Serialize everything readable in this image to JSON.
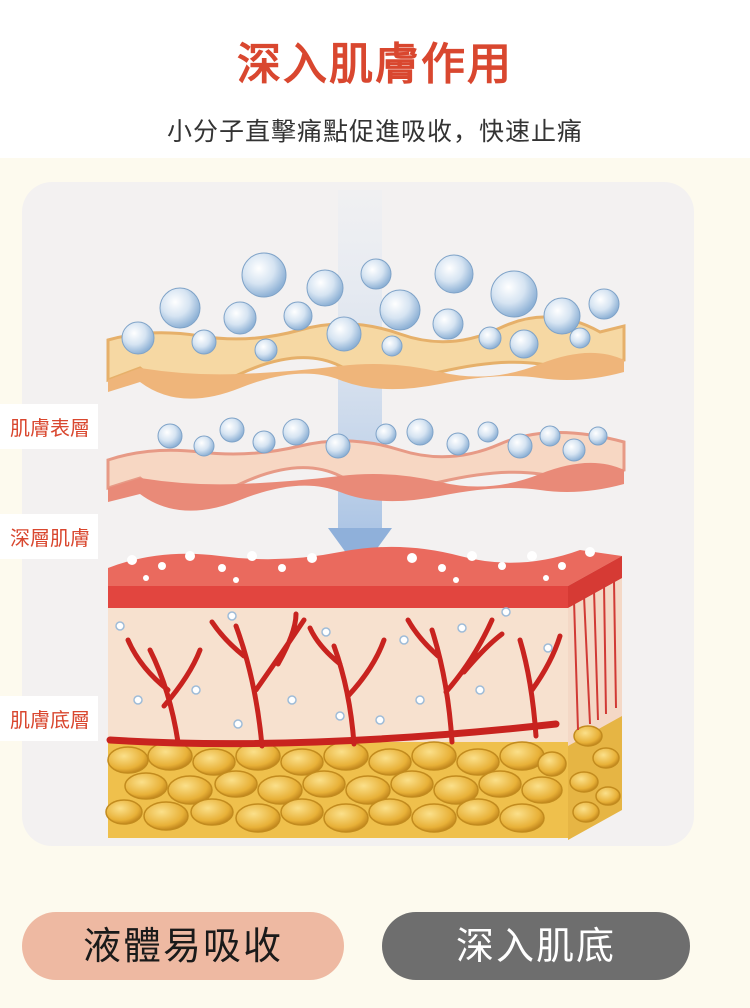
{
  "header": {
    "title": "深入肌膚作用",
    "subtitle": "小分子直擊痛點促進吸收，快速止痛"
  },
  "layers": {
    "surface": "肌膚表層",
    "deep": "深層肌膚",
    "base": "肌膚底層"
  },
  "buttons": {
    "absorb": "液體易吸收",
    "deep": "深入肌底"
  },
  "colors": {
    "accent": "#d9472f",
    "button_absorb": "#eeb9a2",
    "button_deep": "#6e6e6e"
  }
}
